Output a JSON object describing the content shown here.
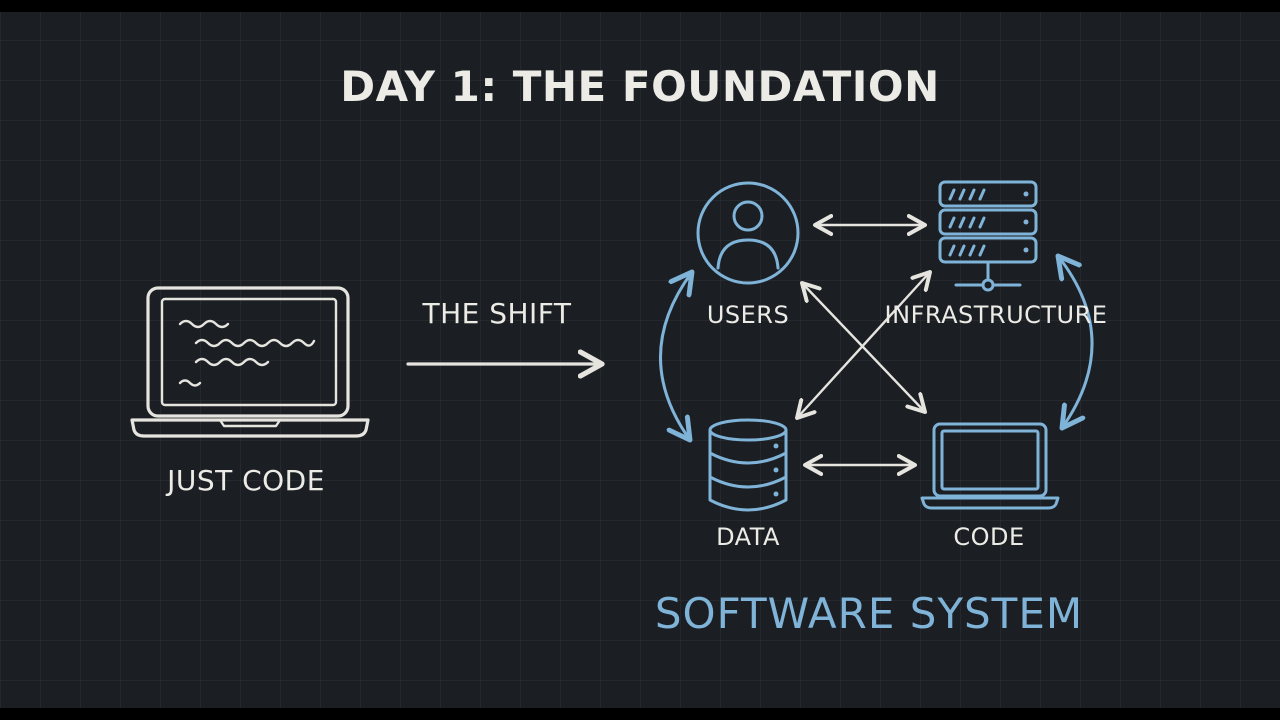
{
  "slide": {
    "title": "DAY 1: THE FOUNDATION",
    "shift_label": "THE SHIFT",
    "left": {
      "label": "JUST CODE",
      "icon": "laptop-icon"
    },
    "system": {
      "title": "SOFTWARE SYSTEM",
      "nodes": [
        {
          "id": "users",
          "label": "USERS",
          "icon": "user-icon"
        },
        {
          "id": "infrastructure",
          "label": "INFRASTRUCTURE",
          "icon": "server-rack-icon"
        },
        {
          "id": "data",
          "label": "DATA",
          "icon": "database-icon"
        },
        {
          "id": "code",
          "label": "CODE",
          "icon": "laptop-icon"
        }
      ],
      "connections": [
        [
          "users",
          "infrastructure"
        ],
        [
          "data",
          "code"
        ],
        [
          "users",
          "code"
        ],
        [
          "infrastructure",
          "data"
        ],
        [
          "users",
          "data"
        ],
        [
          "infrastructure",
          "code"
        ]
      ]
    },
    "colors": {
      "background": "#1b1f24",
      "chalk": "#e6e4de",
      "accent": "#7fb3d8"
    }
  }
}
